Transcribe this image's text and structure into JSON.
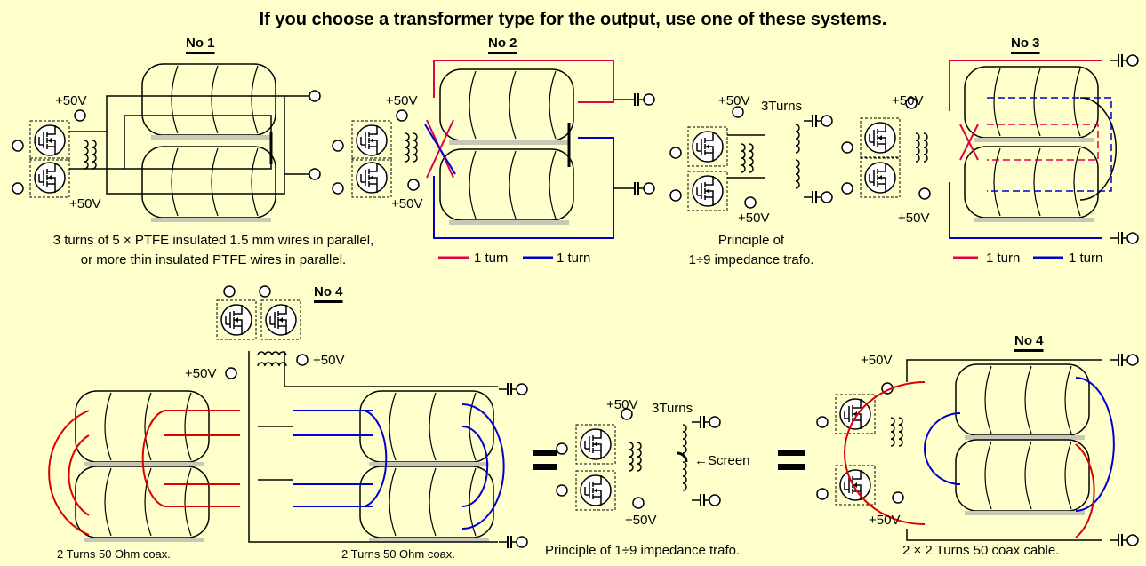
{
  "title": "If you choose a transformer type for the output, use one of these systems.",
  "colors": {
    "background": "#ffffcc",
    "core_fill": "#ffffcc",
    "shadow": "#c8c8b8",
    "red_wire": "#e0004a",
    "blue_wire": "#0000cc",
    "coax_red": "#dd0000",
    "coax_blue": "#0000cc"
  },
  "systems": [
    {
      "id": "no1",
      "heading": "No 1",
      "supply_labels": [
        "+50V",
        "+50V"
      ],
      "caption_lines": [
        "3 turns of 5 × PTFE insulated 1.5 mm wires in parallel,",
        "or more thin insulated PTFE wires in parallel."
      ]
    },
    {
      "id": "no2",
      "heading": "No 2",
      "supply_labels": [
        "+50V",
        "+50V"
      ],
      "legend": [
        {
          "label": "1 turn",
          "color": "#e0004a"
        },
        {
          "label": "1 turn",
          "color": "#0000cc"
        }
      ]
    },
    {
      "id": "principle-top",
      "supply_labels": [
        "+50V",
        "+50V"
      ],
      "turns_label": "3Turns",
      "caption_lines": [
        "Principle of",
        "1÷9 impedance trafo."
      ]
    },
    {
      "id": "no3",
      "heading": "No 3",
      "supply_labels": [
        "+50V",
        "+50V"
      ],
      "legend": [
        {
          "label": "1 turn",
          "color": "#e0004a"
        },
        {
          "label": "1 turn",
          "color": "#0000cc"
        }
      ]
    },
    {
      "id": "no4-left",
      "heading": "No 4",
      "supply_labels": [
        "+50V",
        "+50V"
      ],
      "caption_left": "2 Turns 50 Ohm coax.",
      "caption_right": "2 Turns 50 Ohm coax."
    },
    {
      "id": "principle-bottom",
      "supply_labels": [
        "+50V",
        "+50V"
      ],
      "turns_label": "3Turns",
      "screen_label": "←Screen",
      "caption": "Principle of 1÷9 impedance trafo."
    },
    {
      "id": "no4-right",
      "heading": "No 4",
      "supply_labels": [
        "+50V",
        "+50V"
      ],
      "caption": "2 × 2 Turns 50 coax cable."
    }
  ]
}
